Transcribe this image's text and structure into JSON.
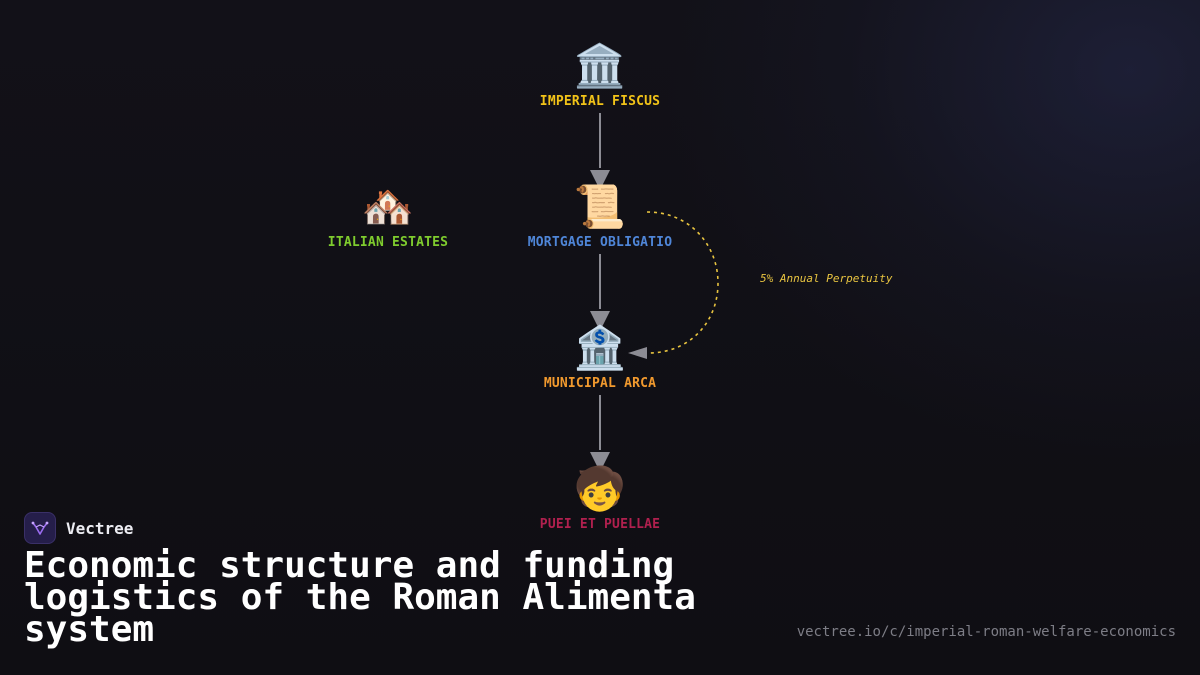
{
  "diagram": {
    "nodes": [
      {
        "id": "imperial-fiscus",
        "icon": "🏛️",
        "icon_name": "classical-building-icon",
        "label": "IMPERIAL FISCUS",
        "color": "#f2c318"
      },
      {
        "id": "italian-estates",
        "icon": "🏘️",
        "icon_name": "houses-icon",
        "label": "ITALIAN ESTATES",
        "color": "#7fcc2e"
      },
      {
        "id": "mortgage-obligatio",
        "icon": "📜",
        "icon_name": "scroll-icon",
        "label": "MORTGAGE OBLIGATIO",
        "color": "#4f86d8"
      },
      {
        "id": "municipal-arca",
        "icon": "🏦",
        "icon_name": "bank-icon",
        "label": "MUNICIPAL ARCA",
        "color": "#f29a2e"
      },
      {
        "id": "puei-et-puellae",
        "icon": "🧒",
        "icon_name": "child-icon",
        "label": "PUEI ET PUELLAE",
        "color": "#b0204e"
      }
    ],
    "edges": [
      {
        "from": "imperial-fiscus",
        "to": "mortgage-obligatio",
        "style": "solid"
      },
      {
        "from": "mortgage-obligatio",
        "to": "municipal-arca",
        "style": "solid"
      },
      {
        "from": "municipal-arca",
        "to": "puei-et-puellae",
        "style": "solid"
      },
      {
        "from": "mortgage-obligatio",
        "to": "municipal-arca",
        "style": "dashed-curve",
        "label": "5% Annual Perpetuity",
        "color": "#e8c440"
      }
    ],
    "edge_color": "#9a9aa2"
  },
  "brand": {
    "name": "Vectree",
    "logo_icon": "vectree-logo-icon",
    "accent": "#9b6cf0"
  },
  "title": "Economic structure and funding logistics of the Roman Alimenta system",
  "url": "vectree.io/c/imperial-roman-welfare-economics"
}
